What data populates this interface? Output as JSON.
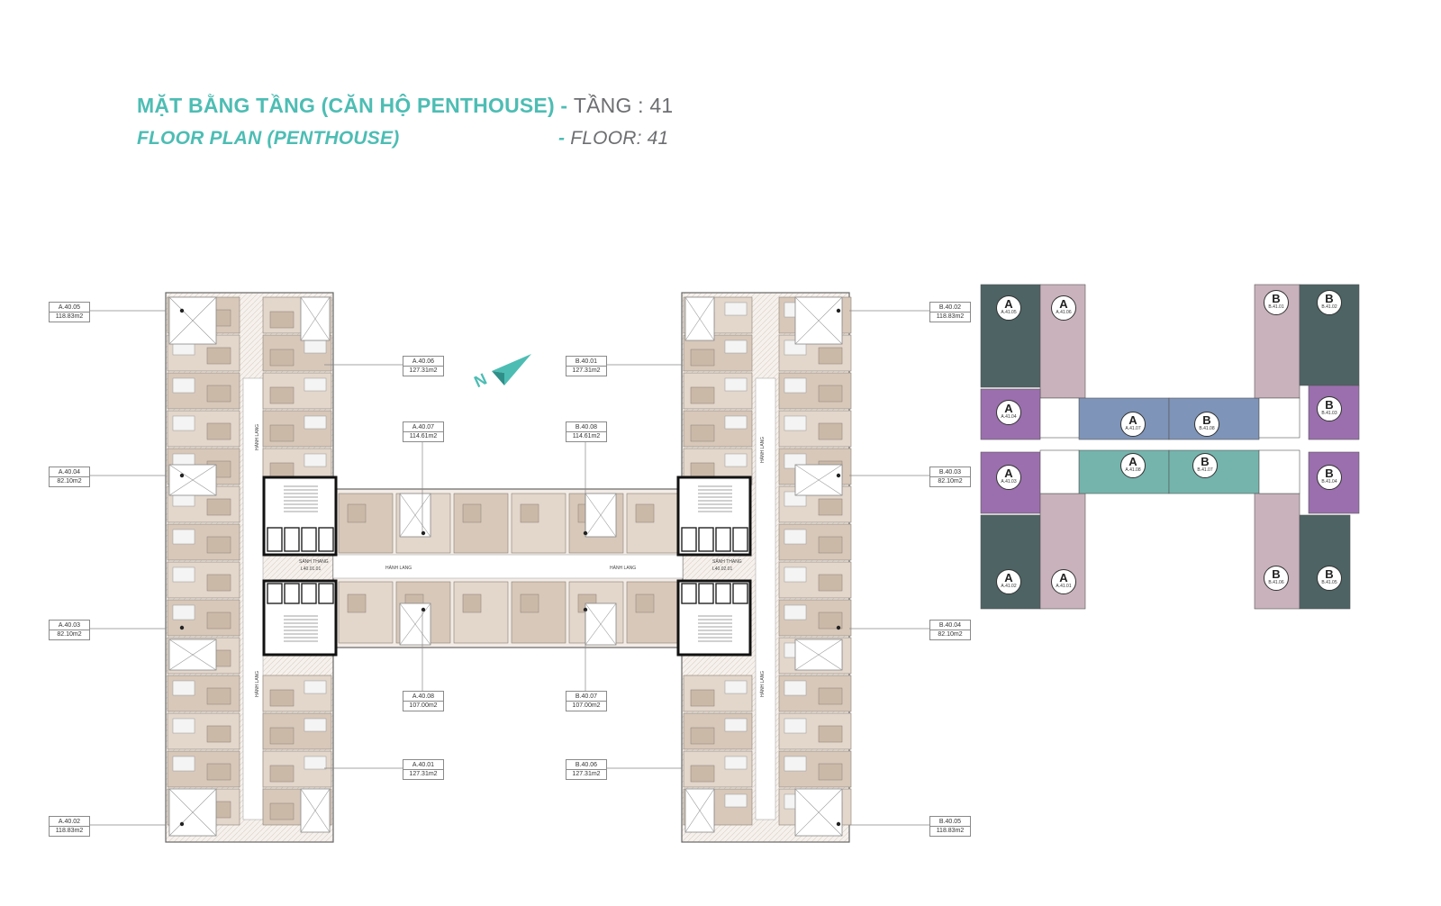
{
  "header": {
    "title_vi": "MẶT BẰNG TẦNG (CĂN HỘ PENTHOUSE)",
    "dash": "-",
    "floor_vi": "TẦNG : 41",
    "title_en": "FLOOR PLAN (PENTHOUSE)",
    "floor_en": "FLOOR: 41"
  },
  "north_arrow": {
    "letter": "N"
  },
  "units": {
    "a4005": {
      "code": "A.40.05",
      "area": "118.83m2"
    },
    "a4004": {
      "code": "A.40.04",
      "area": "82.10m2"
    },
    "a4003": {
      "code": "A.40.03",
      "area": "82.10m2"
    },
    "a4002": {
      "code": "A.40.02",
      "area": "118.83m2"
    },
    "a4006": {
      "code": "A.40.06",
      "area": "127.31m2"
    },
    "a4007": {
      "code": "A.40.07",
      "area": "114.61m2"
    },
    "a4008": {
      "code": "A.40.08",
      "area": "107.00m2"
    },
    "a4001": {
      "code": "A.40.01",
      "area": "127.31m2"
    },
    "b4001": {
      "code": "B.40.01",
      "area": "127.31m2"
    },
    "b4008": {
      "code": "B.40.08",
      "area": "114.61m2"
    },
    "b4007": {
      "code": "B.40.07",
      "area": "107.00m2"
    },
    "b4006": {
      "code": "B.40.06",
      "area": "127.31m2"
    },
    "b4002": {
      "code": "B.40.02",
      "area": "118.83m2"
    },
    "b4003": {
      "code": "B.40.03",
      "area": "82.10m2"
    },
    "b4004": {
      "code": "B.40.04",
      "area": "82.10m2"
    },
    "b4005": {
      "code": "B.40.05",
      "area": "118.83m2"
    }
  },
  "corridors": {
    "hanh_lang": "HÀNH LANG",
    "sanh_thang": "SẢNH THANG",
    "lobby_a": "L40.01.01",
    "lobby_b": "L40.02.01"
  },
  "key_plan": {
    "colors": {
      "dark": "#4d6364",
      "pink": "#c9b2bc",
      "purple": "#9b6fae",
      "blue": "#7e94b8",
      "teal": "#74b4ac"
    },
    "badges": {
      "a4105": {
        "letter": "A",
        "code": "A.41.05"
      },
      "a4106": {
        "letter": "A",
        "code": "A.41.06"
      },
      "a4104": {
        "letter": "A",
        "code": "A.41.04"
      },
      "a4103": {
        "letter": "A",
        "code": "A.41.03"
      },
      "a4102": {
        "letter": "A",
        "code": "A.41.02"
      },
      "a4101": {
        "letter": "A",
        "code": "A.41.01"
      },
      "a4107": {
        "letter": "A",
        "code": "A.41.07"
      },
      "a4108": {
        "letter": "A",
        "code": "A.41.08"
      },
      "b4108": {
        "letter": "B",
        "code": "B.41.08"
      },
      "b4107": {
        "letter": "B",
        "code": "B.41.07"
      },
      "b4101": {
        "letter": "B",
        "code": "B.41.01"
      },
      "b4102": {
        "letter": "B",
        "code": "B.41.02"
      },
      "b4103": {
        "letter": "B",
        "code": "B.41.03"
      },
      "b4104": {
        "letter": "B",
        "code": "B.41.04"
      },
      "b4106": {
        "letter": "B",
        "code": "B.41.06"
      },
      "b4105": {
        "letter": "B",
        "code": "B.41.05"
      }
    }
  }
}
